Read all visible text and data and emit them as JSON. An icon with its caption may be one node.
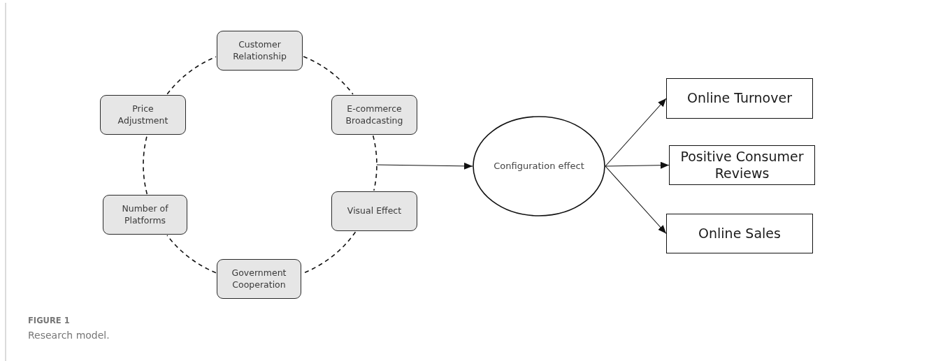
{
  "diagram": {
    "caption": "Research model.",
    "nodes": [
      {
        "text": [
          "Customer Relationship"
        ]
      },
      {
        "text": [
          "Price Adjustment"
        ]
      },
      {
        "text": [
          "E-commerce Broadcasting"
        ]
      },
      {
        "text": [
          "Number of Platforms"
        ]
      },
      {
        "text": [
          "Visual Effect"
        ]
      },
      {
        "text": [
          "Government Cooperation"
        ]
      },
      {
        "text": [
          "Configuration effect"
        ]
      },
      {
        "text": [
          "Online Turnover"
        ]
      },
      {
        "text": [
          "Positive Consumer Reviews"
        ]
      },
      {
        "text": [
          "Online Sales"
        ]
      }
    ],
    "edges": [
      {
        "from": 0,
        "to": 2,
        "arrow": "none",
        "style": "dashed"
      },
      {
        "from": 2,
        "to": 4,
        "arrow": "none",
        "style": "dashed"
      },
      {
        "from": 4,
        "to": 5,
        "arrow": "none",
        "style": "dashed"
      },
      {
        "from": 5,
        "to": 3,
        "arrow": "none",
        "style": "dashed"
      },
      {
        "from": 3,
        "to": 1,
        "arrow": "none",
        "style": "dashed"
      },
      {
        "from": 1,
        "to": 0,
        "arrow": "none",
        "style": "dashed"
      },
      {
        "from": null,
        "to": 6,
        "arrow": "to"
      },
      {
        "from": 6,
        "to": 7,
        "arrow": "to"
      },
      {
        "from": 6,
        "to": 8,
        "arrow": "to"
      },
      {
        "from": 6,
        "to": 9,
        "arrow": "to"
      }
    ],
    "labels": [
      "FIGURE 1"
    ]
  }
}
